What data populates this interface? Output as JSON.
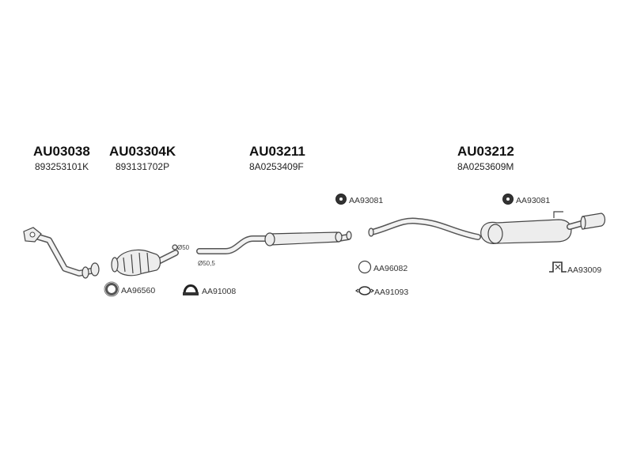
{
  "assemblies": [
    {
      "title": "AU03038",
      "part_number": "893253101K"
    },
    {
      "title": "AU03304K",
      "part_number": "893131702P"
    },
    {
      "title": "AU03211",
      "part_number": "8A0253409F"
    },
    {
      "title": "AU03212",
      "part_number": "8A0253609M"
    }
  ],
  "dimensions": {
    "diameter_50": "Ø50",
    "diameter_50_5": "Ø50,5"
  },
  "accessories": {
    "ring_gasket": "AA96560",
    "clamp_1": "AA91008",
    "mount_1": "AA93081",
    "mount_2": "AA93081",
    "ring_rubber": "AA96082",
    "clamp_2": "AA91093",
    "bracket": "AA93009"
  },
  "colors": {
    "line": "#444444",
    "part_fill": "#ededed",
    "text": "#222222"
  }
}
